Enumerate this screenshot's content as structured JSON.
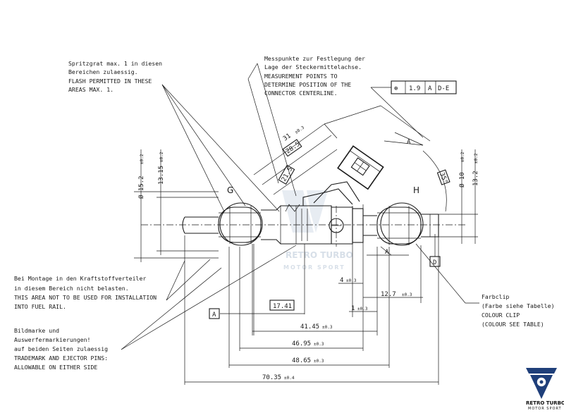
{
  "notes": {
    "flash": [
      "Spritzgrat max. 1 in diesen",
      "Bereichen zulaessig.",
      "FLASH PERMITTED IN THESE",
      "AREAS MAX. 1."
    ],
    "measurement": [
      "Messpunkte zur Festlegung der",
      "Lage der Steckermittelachse.",
      "MEASUREMENT POINTS TO",
      "DETERMINE POSITION OF THE",
      "CONNECTOR CENTERLINE."
    ],
    "mounting": [
      "Bei Montage in den Kraftstoffverteiler",
      "in diesem Bereich nicht belasten.",
      "THIS AREA NOT TO BE USED FOR INSTALLATION",
      "INTO FUEL RAIL."
    ],
    "trademark": [
      "Bildmarke und",
      "Auswerfermarkierungen!",
      "auf beiden Seiten zulaessig",
      "TRADEMARK AND EJECTOR PINS:",
      "ALLOWABLE ON EITHER SIDE"
    ],
    "colour_clip": [
      "Farbclip",
      "(Farbe siehe Tabelle)",
      "COLOUR CLIP",
      "(COLOUR SEE TABLE)"
    ]
  },
  "tolerance_frame": {
    "symbol": "⊕",
    "value": "1.9",
    "datum1": "A",
    "datum2": "D-E"
  },
  "datums": {
    "a_top": "A",
    "a_mid": "A",
    "a_left": "A",
    "d": "D"
  },
  "detail_labels": {
    "g": "G",
    "h": "H"
  },
  "dimensions": {
    "d152": {
      "text": "Ø 15.2",
      "tol": "±0.2"
    },
    "d1315": {
      "text": "13.15",
      "tol": "±0.2"
    },
    "d10": {
      "text": "Ø 10",
      "tol": "±0.2"
    },
    "d132": {
      "text": "13.2",
      "tol": "±0.2"
    },
    "l31": {
      "text": "31",
      "tol": "±0.3"
    },
    "b285": "28.5",
    "b215": "21.5",
    "a35": "35°",
    "l4": {
      "text": "4",
      "tol": "±0.3"
    },
    "l127": {
      "text": "12.7",
      "tol": "±0.3"
    },
    "l1": {
      "text": "1",
      "tol": "±0.3"
    },
    "b1741": "17.41",
    "l4145": {
      "text": "41.45",
      "tol": "±0.3"
    },
    "l4695": {
      "text": "46.95",
      "tol": "±0.3"
    },
    "l4865": {
      "text": "48.65",
      "tol": "±0.3"
    },
    "l7035": {
      "text": "70.35",
      "tol": "±0.4"
    }
  },
  "watermark": {
    "title": "RETRO TURBO",
    "subtitle": "MOTOR SPORT"
  },
  "logo": {
    "title": "RETRO TURBO",
    "subtitle": "MOTOR SPORT"
  }
}
